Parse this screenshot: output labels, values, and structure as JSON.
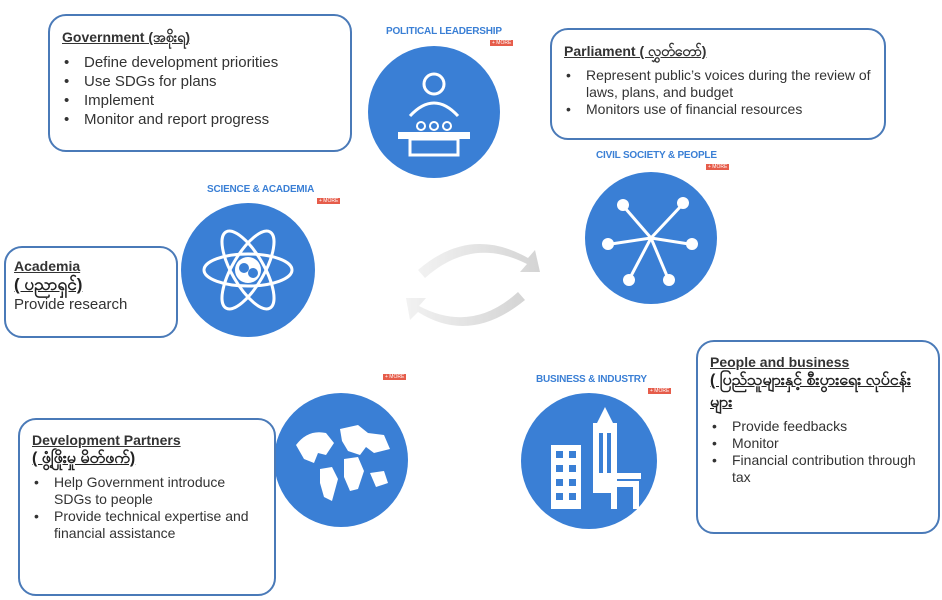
{
  "government": {
    "title": "Government (အစိုးရ)",
    "items": [
      "Define development priorities",
      "Use SDGs for plans",
      "Implement",
      "Monitor and report progress"
    ]
  },
  "parliament": {
    "title": "Parliament ( လွှတ်တော်)",
    "items": [
      "Represent public’s voices during the review of laws, plans, and budget",
      "Monitors use of financial resources"
    ]
  },
  "academia": {
    "title": "Academia",
    "subtitle": "( ပညာရှင်)",
    "text": "Provide research"
  },
  "development_partners": {
    "title": "Development Partners",
    "subtitle": "( ဖွံ့ဖြိုးမှု မိတ်ဖက်)",
    "items": [
      "Help Government introduce SDGs to people",
      "Provide technical expertise and financial assistance"
    ]
  },
  "people_business": {
    "title": "People and business",
    "subtitle": "( ပြည်သူများနှင့် စီးပွားရေး လုပ်ငန်းများ",
    "items": [
      "Provide feedbacks",
      "Monitor",
      "Financial contribution through tax"
    ]
  },
  "circle_labels": {
    "political": "POLITICAL LEADERSHIP",
    "civil": "CIVIL SOCIETY & PEOPLE",
    "science": "SCIENCE & ACADEMIA",
    "business": "BUSINESS & INDUSTRY",
    "more": "+ MORE"
  },
  "colors": {
    "accent": "#3a7fd5",
    "border": "#4a7ab8"
  }
}
